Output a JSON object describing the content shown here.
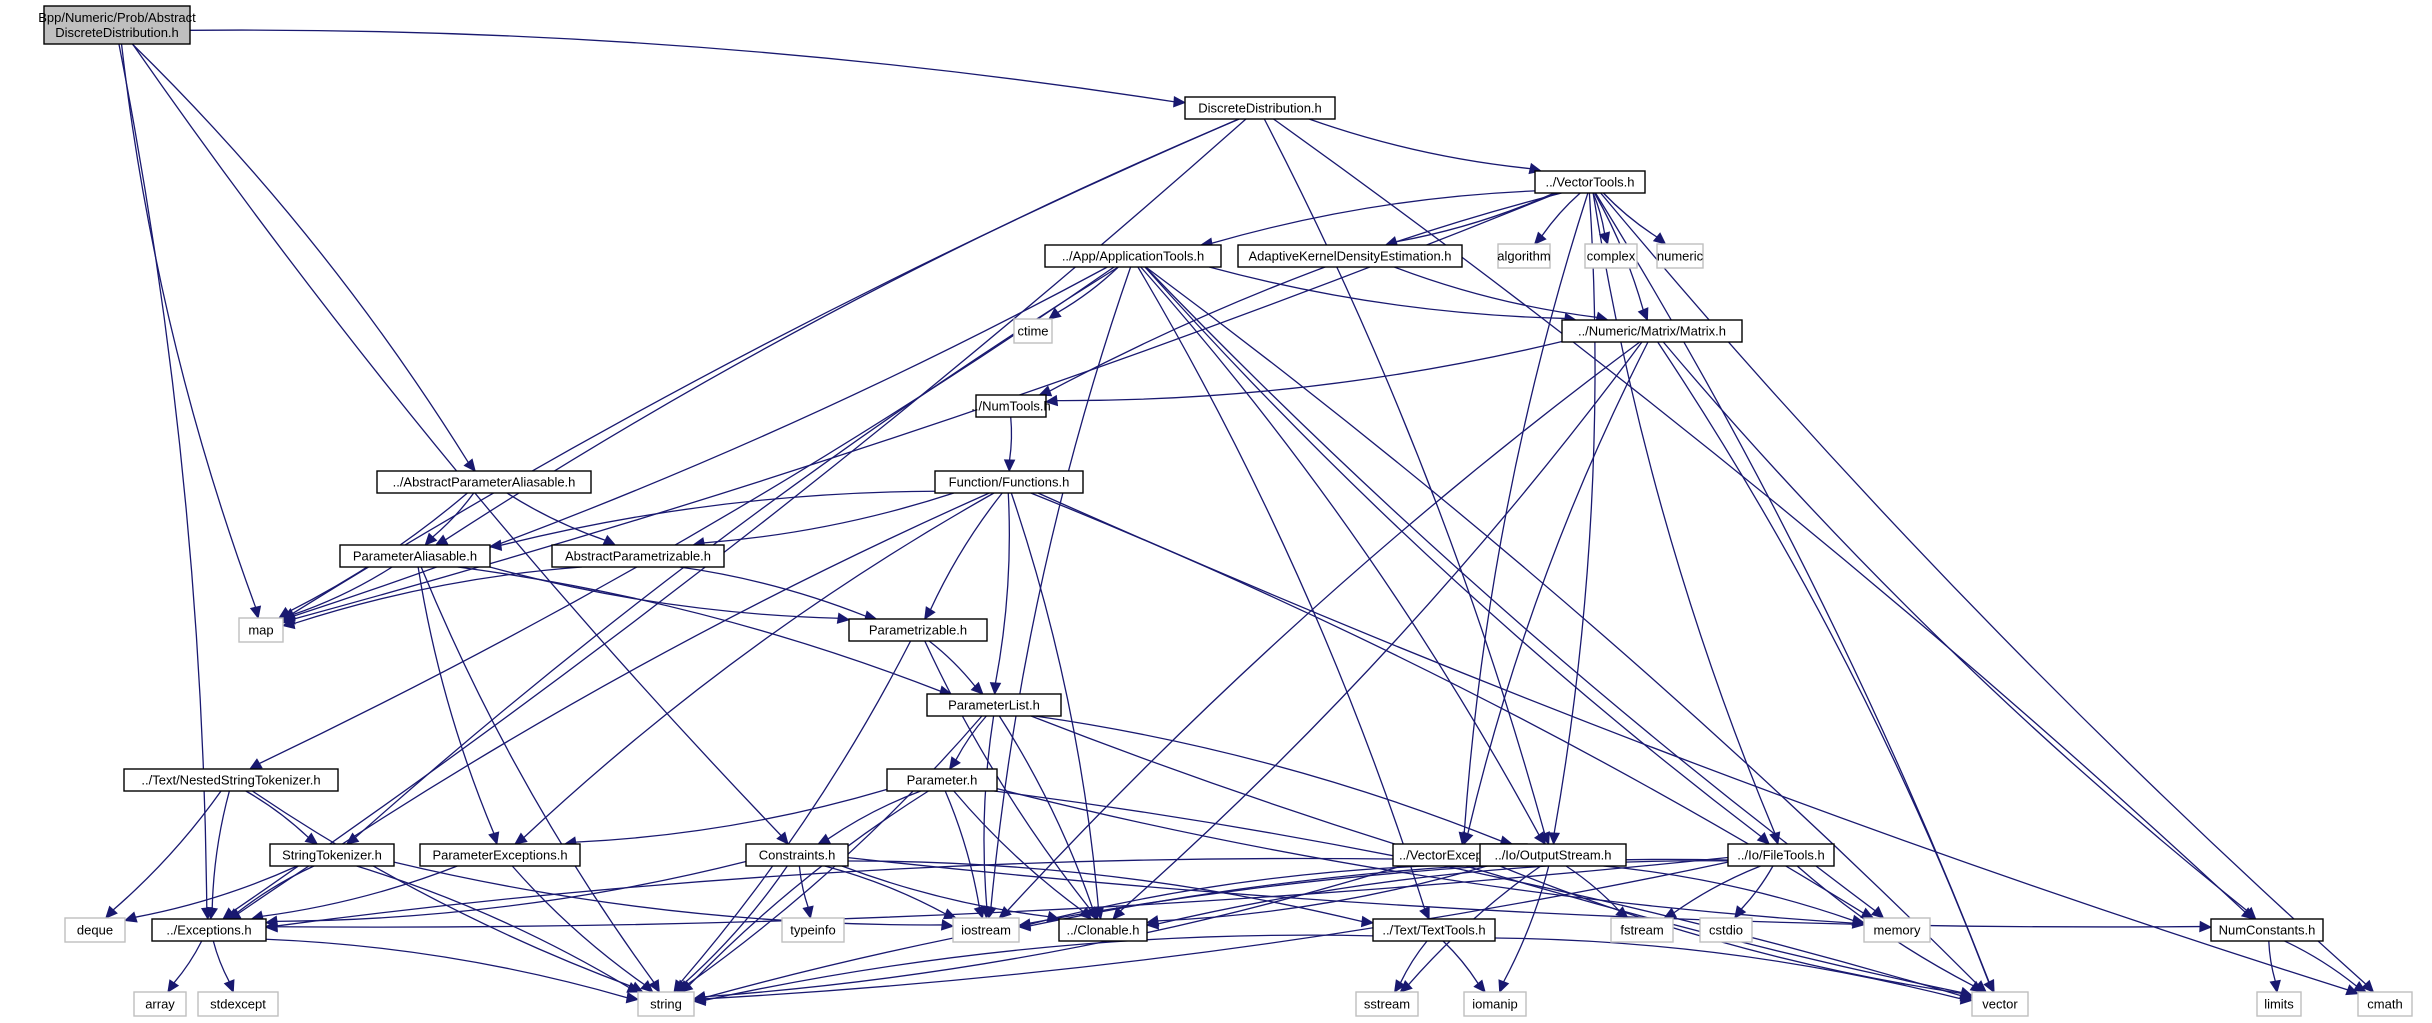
{
  "title": "Include dependency graph for AbstractDiscreteDistribution.h",
  "colors": {
    "edge": "#191970",
    "root_fill": "#bfbfbf",
    "local_border": "#000000",
    "system_border": "#bfbfbf"
  },
  "nodes": [
    {
      "id": "root",
      "label": [
        "Bpp/Numeric/Prob/Abstract",
        "DiscreteDistribution.h"
      ],
      "kind": "root"
    },
    {
      "id": "dd",
      "label": [
        "DiscreteDistribution.h"
      ],
      "kind": "local"
    },
    {
      "id": "vt",
      "label": [
        "../VectorTools.h"
      ],
      "kind": "local"
    },
    {
      "id": "app",
      "label": [
        "../App/ApplicationTools.h"
      ],
      "kind": "local"
    },
    {
      "id": "akde",
      "label": [
        "AdaptiveKernelDensityEstimation.h"
      ],
      "kind": "local"
    },
    {
      "id": "algorithm",
      "label": [
        "algorithm"
      ],
      "kind": "system"
    },
    {
      "id": "complex",
      "label": [
        "complex"
      ],
      "kind": "system"
    },
    {
      "id": "numeric",
      "label": [
        "numeric"
      ],
      "kind": "system"
    },
    {
      "id": "ctime",
      "label": [
        "ctime"
      ],
      "kind": "system"
    },
    {
      "id": "matrix",
      "label": [
        "../Numeric/Matrix/Matrix.h"
      ],
      "kind": "local"
    },
    {
      "id": "numtools",
      "label": [
        "../NumTools.h"
      ],
      "kind": "local"
    },
    {
      "id": "functions",
      "label": [
        "Function/Functions.h"
      ],
      "kind": "local"
    },
    {
      "id": "apa",
      "label": [
        "../AbstractParameterAliasable.h"
      ],
      "kind": "local"
    },
    {
      "id": "pa",
      "label": [
        "ParameterAliasable.h"
      ],
      "kind": "local"
    },
    {
      "id": "ap",
      "label": [
        "AbstractParametrizable.h"
      ],
      "kind": "local"
    },
    {
      "id": "map",
      "label": [
        "map"
      ],
      "kind": "system"
    },
    {
      "id": "parametrizable",
      "label": [
        "Parametrizable.h"
      ],
      "kind": "local"
    },
    {
      "id": "plist",
      "label": [
        "ParameterList.h"
      ],
      "kind": "local"
    },
    {
      "id": "nst",
      "label": [
        "../Text/NestedStringTokenizer.h"
      ],
      "kind": "local"
    },
    {
      "id": "param",
      "label": [
        "Parameter.h"
      ],
      "kind": "local"
    },
    {
      "id": "st",
      "label": [
        "StringTokenizer.h"
      ],
      "kind": "local"
    },
    {
      "id": "pe",
      "label": [
        "ParameterExceptions.h"
      ],
      "kind": "local"
    },
    {
      "id": "constraints",
      "label": [
        "Constraints.h"
      ],
      "kind": "local"
    },
    {
      "id": "ve",
      "label": [
        "../VectorExceptions.h"
      ],
      "kind": "local"
    },
    {
      "id": "os",
      "label": [
        "../Io/OutputStream.h"
      ],
      "kind": "local"
    },
    {
      "id": "ft",
      "label": [
        "../Io/FileTools.h"
      ],
      "kind": "local"
    },
    {
      "id": "deque",
      "label": [
        "deque"
      ],
      "kind": "system"
    },
    {
      "id": "exc",
      "label": [
        "../Exceptions.h"
      ],
      "kind": "local"
    },
    {
      "id": "typeinfo",
      "label": [
        "typeinfo"
      ],
      "kind": "system"
    },
    {
      "id": "iostream",
      "label": [
        "iostream"
      ],
      "kind": "system"
    },
    {
      "id": "clonable",
      "label": [
        "../Clonable.h"
      ],
      "kind": "local"
    },
    {
      "id": "tt",
      "label": [
        "../Text/TextTools.h"
      ],
      "kind": "local"
    },
    {
      "id": "fstream",
      "label": [
        "fstream"
      ],
      "kind": "system"
    },
    {
      "id": "cstdio",
      "label": [
        "cstdio"
      ],
      "kind": "system"
    },
    {
      "id": "memory",
      "label": [
        "memory"
      ],
      "kind": "system"
    },
    {
      "id": "numconst",
      "label": [
        "NumConstants.h"
      ],
      "kind": "local"
    },
    {
      "id": "array",
      "label": [
        "array"
      ],
      "kind": "system"
    },
    {
      "id": "stdexcept",
      "label": [
        "stdexcept"
      ],
      "kind": "system"
    },
    {
      "id": "string",
      "label": [
        "string"
      ],
      "kind": "system"
    },
    {
      "id": "sstream",
      "label": [
        "sstream"
      ],
      "kind": "system"
    },
    {
      "id": "iomanip",
      "label": [
        "iomanip"
      ],
      "kind": "system"
    },
    {
      "id": "vector",
      "label": [
        "vector"
      ],
      "kind": "system"
    },
    {
      "id": "limits",
      "label": [
        "limits"
      ],
      "kind": "system"
    },
    {
      "id": "cmath",
      "label": [
        "cmath"
      ],
      "kind": "system"
    }
  ],
  "edges": [
    [
      "root",
      "dd"
    ],
    [
      "root",
      "map"
    ],
    [
      "root",
      "apa"
    ],
    [
      "root",
      "constraints"
    ],
    [
      "root",
      "exc"
    ],
    [
      "dd",
      "vt"
    ],
    [
      "dd",
      "numconst"
    ],
    [
      "dd",
      "pa"
    ],
    [
      "dd",
      "exc"
    ],
    [
      "dd",
      "map"
    ],
    [
      "dd",
      "os"
    ],
    [
      "vt",
      "app"
    ],
    [
      "vt",
      "akde"
    ],
    [
      "vt",
      "algorithm"
    ],
    [
      "vt",
      "complex"
    ],
    [
      "vt",
      "numeric"
    ],
    [
      "vt",
      "matrix"
    ],
    [
      "vt",
      "numtools"
    ],
    [
      "vt",
      "map"
    ],
    [
      "vt",
      "ve"
    ],
    [
      "vt",
      "os"
    ],
    [
      "vt",
      "ft"
    ],
    [
      "vt",
      "vector"
    ],
    [
      "vt",
      "cmath"
    ],
    [
      "app",
      "ctime"
    ],
    [
      "app",
      "matrix"
    ],
    [
      "app",
      "map"
    ],
    [
      "app",
      "st"
    ],
    [
      "app",
      "nst"
    ],
    [
      "app",
      "iostream"
    ],
    [
      "app",
      "os"
    ],
    [
      "app",
      "ft"
    ],
    [
      "app",
      "tt"
    ],
    [
      "app",
      "memory"
    ],
    [
      "app",
      "vector"
    ],
    [
      "akde",
      "matrix"
    ],
    [
      "matrix",
      "numtools"
    ],
    [
      "matrix",
      "ve"
    ],
    [
      "matrix",
      "clonable"
    ],
    [
      "matrix",
      "iostream"
    ],
    [
      "matrix",
      "vector"
    ],
    [
      "matrix",
      "numconst"
    ],
    [
      "numtools",
      "functions"
    ],
    [
      "functions",
      "pa"
    ],
    [
      "functions",
      "ap"
    ],
    [
      "functions",
      "parametrizable"
    ],
    [
      "functions",
      "plist"
    ],
    [
      "functions",
      "pe"
    ],
    [
      "functions",
      "clonable"
    ],
    [
      "functions",
      "exc"
    ],
    [
      "functions",
      "memory"
    ],
    [
      "functions",
      "cmath"
    ],
    [
      "apa",
      "pa"
    ],
    [
      "apa",
      "ap"
    ],
    [
      "apa",
      "map"
    ],
    [
      "pa",
      "parametrizable"
    ],
    [
      "pa",
      "plist"
    ],
    [
      "pa",
      "pe"
    ],
    [
      "pa",
      "map"
    ],
    [
      "pa",
      "string"
    ],
    [
      "ap",
      "parametrizable"
    ],
    [
      "ap",
      "map"
    ],
    [
      "parametrizable",
      "plist"
    ],
    [
      "parametrizable",
      "clonable"
    ],
    [
      "parametrizable",
      "string"
    ],
    [
      "plist",
      "param"
    ],
    [
      "plist",
      "clonable"
    ],
    [
      "plist",
      "iostream"
    ],
    [
      "plist",
      "string"
    ],
    [
      "plist",
      "vector"
    ],
    [
      "plist",
      "os"
    ],
    [
      "param",
      "constraints"
    ],
    [
      "param",
      "pe"
    ],
    [
      "param",
      "clonable"
    ],
    [
      "param",
      "iostream"
    ],
    [
      "param",
      "string"
    ],
    [
      "param",
      "vector"
    ],
    [
      "param",
      "memory"
    ],
    [
      "nst",
      "st"
    ],
    [
      "nst",
      "exc"
    ],
    [
      "nst",
      "deque"
    ],
    [
      "nst",
      "string"
    ],
    [
      "st",
      "deque"
    ],
    [
      "st",
      "exc"
    ],
    [
      "st",
      "string"
    ],
    [
      "st",
      "iostream"
    ],
    [
      "pe",
      "exc"
    ],
    [
      "pe",
      "string"
    ],
    [
      "constraints",
      "exc"
    ],
    [
      "constraints",
      "typeinfo"
    ],
    [
      "constraints",
      "iostream"
    ],
    [
      "constraints",
      "clonable"
    ],
    [
      "constraints",
      "string"
    ],
    [
      "constraints",
      "numconst"
    ],
    [
      "constraints",
      "tt"
    ],
    [
      "ve",
      "exc"
    ],
    [
      "ve",
      "string"
    ],
    [
      "ve",
      "vector"
    ],
    [
      "os",
      "clonable"
    ],
    [
      "os",
      "iostream"
    ],
    [
      "os",
      "fstream"
    ],
    [
      "os",
      "sstream"
    ],
    [
      "os",
      "iomanip"
    ],
    [
      "os",
      "string"
    ],
    [
      "os",
      "memory"
    ],
    [
      "ft",
      "fstream"
    ],
    [
      "ft",
      "cstdio"
    ],
    [
      "ft",
      "vector"
    ],
    [
      "ft",
      "string"
    ],
    [
      "ft",
      "iostream"
    ],
    [
      "ft",
      "exc"
    ],
    [
      "ft",
      "clonable"
    ],
    [
      "exc",
      "array"
    ],
    [
      "exc",
      "stdexcept"
    ],
    [
      "exc",
      "string"
    ],
    [
      "tt",
      "sstream"
    ],
    [
      "tt",
      "iomanip"
    ],
    [
      "tt",
      "string"
    ],
    [
      "tt",
      "vector"
    ],
    [
      "numconst",
      "limits"
    ],
    [
      "numconst",
      "cmath"
    ]
  ]
}
